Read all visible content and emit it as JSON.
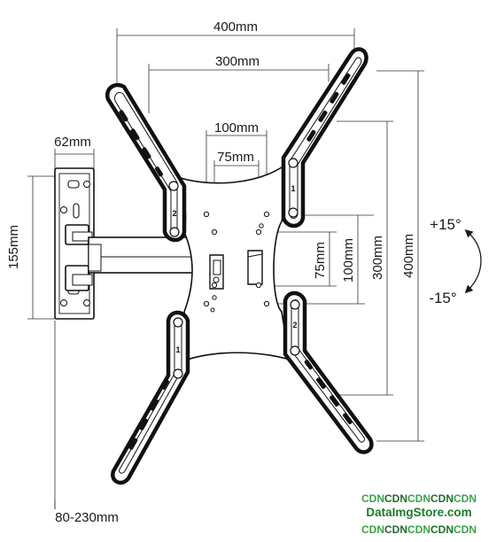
{
  "dimensions": {
    "outer_width": "400mm",
    "inner_width": "300mm",
    "vesa_100_width": "100mm",
    "vesa_75_width": "75mm",
    "wall_plate_width": "62mm",
    "wall_plate_height": "155mm",
    "vesa_75_height": "75mm",
    "vesa_100_height": "100mm",
    "inner_height": "300mm",
    "outer_height": "400mm",
    "extension_range": "80-230mm"
  },
  "tilt": {
    "up": "+15°",
    "down": "-15°"
  },
  "arm_markings": {
    "upper_left": "2",
    "upper_right": "1",
    "lower_left": "1",
    "lower_right": "2"
  },
  "watermark": {
    "top_parts": [
      "CDN",
      "CDN",
      "CDN",
      "CDN",
      "CDN"
    ],
    "site": "DataImgStore.com",
    "bottom_parts": [
      "CDN",
      "CDN",
      "CDN",
      "CDN",
      "CDN"
    ]
  }
}
